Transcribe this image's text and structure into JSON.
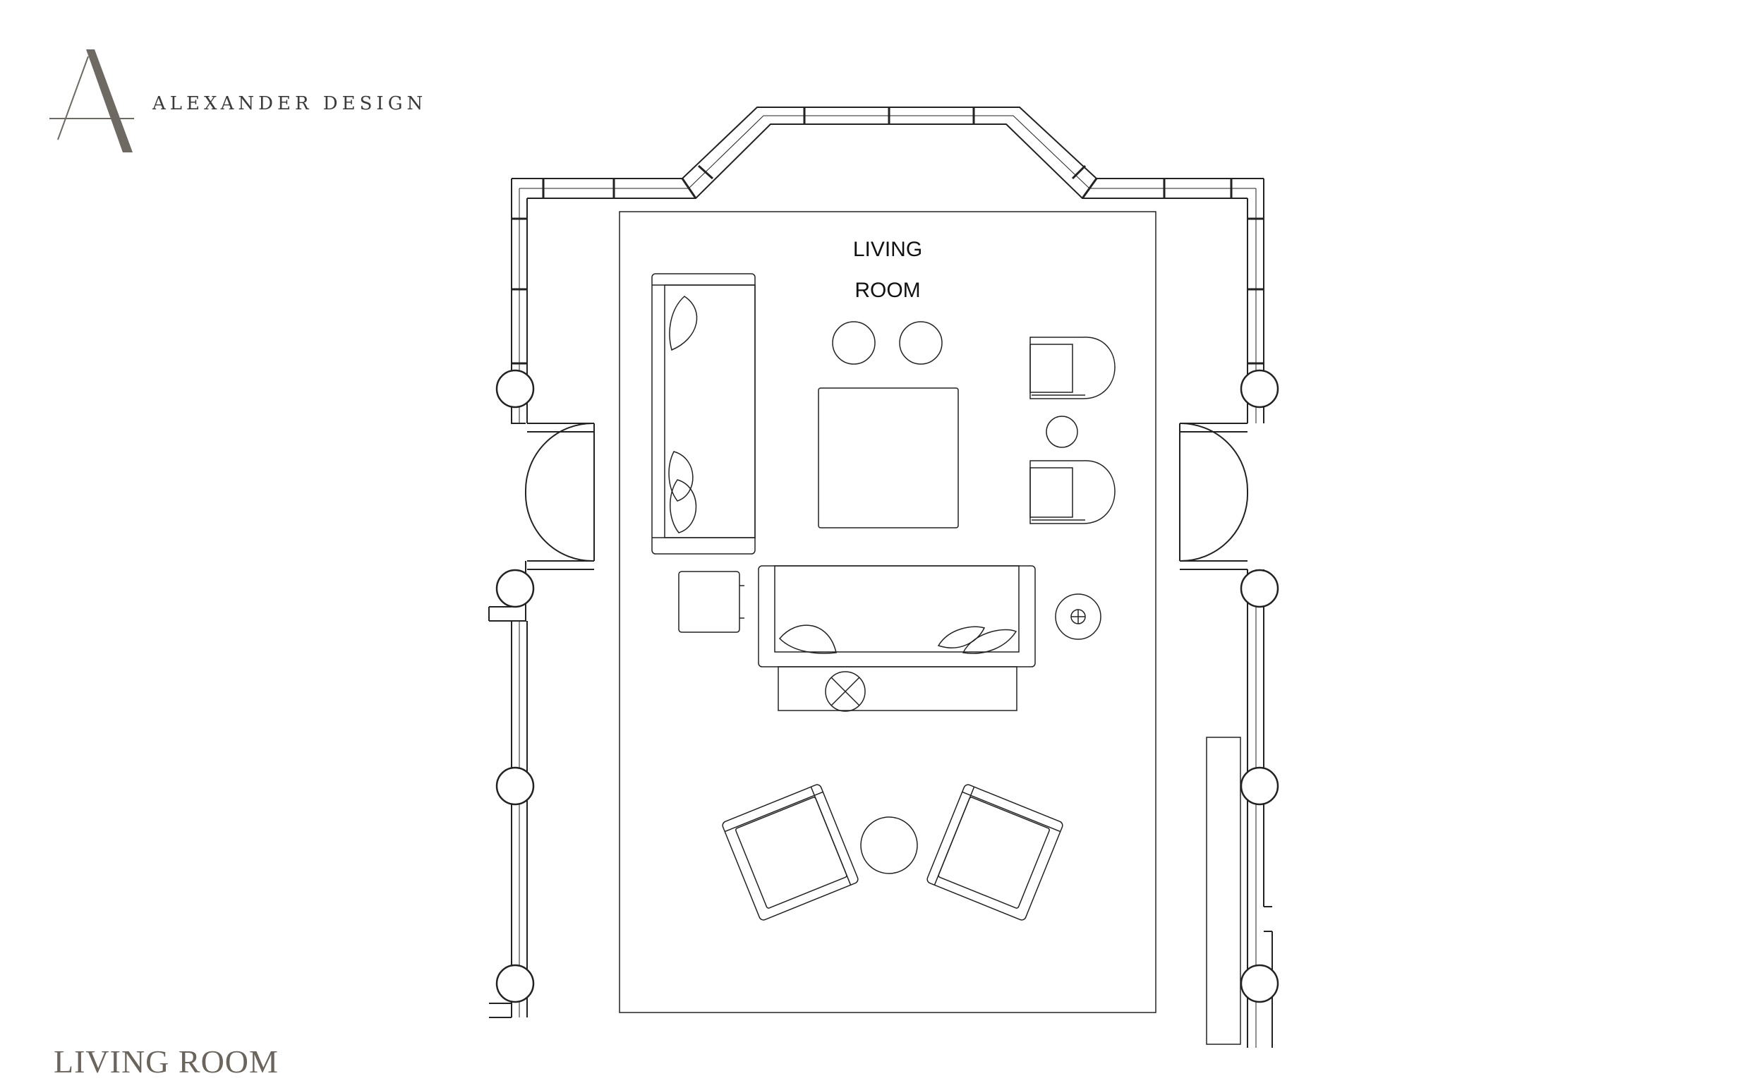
{
  "brand": {
    "monogram": "A",
    "name": "ALEXANDER DESIGN",
    "monogram_color": "#6e6a63"
  },
  "plan": {
    "room_label_line1": "LIVING",
    "room_label_line2": "ROOM",
    "line_color": "#222222"
  },
  "caption": {
    "text": "LIVING ROOM",
    "color": "#6a645c"
  }
}
